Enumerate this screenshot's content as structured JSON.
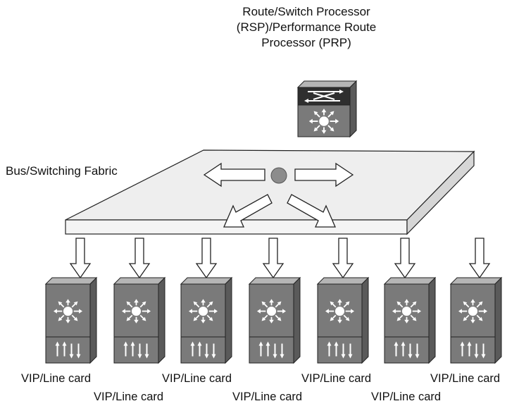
{
  "rsp": {
    "title_line1": "Route/Switch Processor",
    "title_line2": "(RSP)/Performance Route",
    "title_line3": "Processor (PRP)"
  },
  "fabric": {
    "label": "Bus/Switching Fabric"
  },
  "line_cards": [
    {
      "label": "VIP/Line card"
    },
    {
      "label": "VIP/Line card"
    },
    {
      "label": "VIP/Line card"
    },
    {
      "label": "VIP/Line card"
    },
    {
      "label": "VIP/Line card"
    },
    {
      "label": "VIP/Line card"
    },
    {
      "label": "VIP/Line card"
    }
  ],
  "colors": {
    "device_front": "#7a7a7a",
    "device_top": "#b5b5b5",
    "device_side": "#5a5a5a",
    "fabric_top": "#eeeeee",
    "hub_dot": "#8c8c8c"
  }
}
